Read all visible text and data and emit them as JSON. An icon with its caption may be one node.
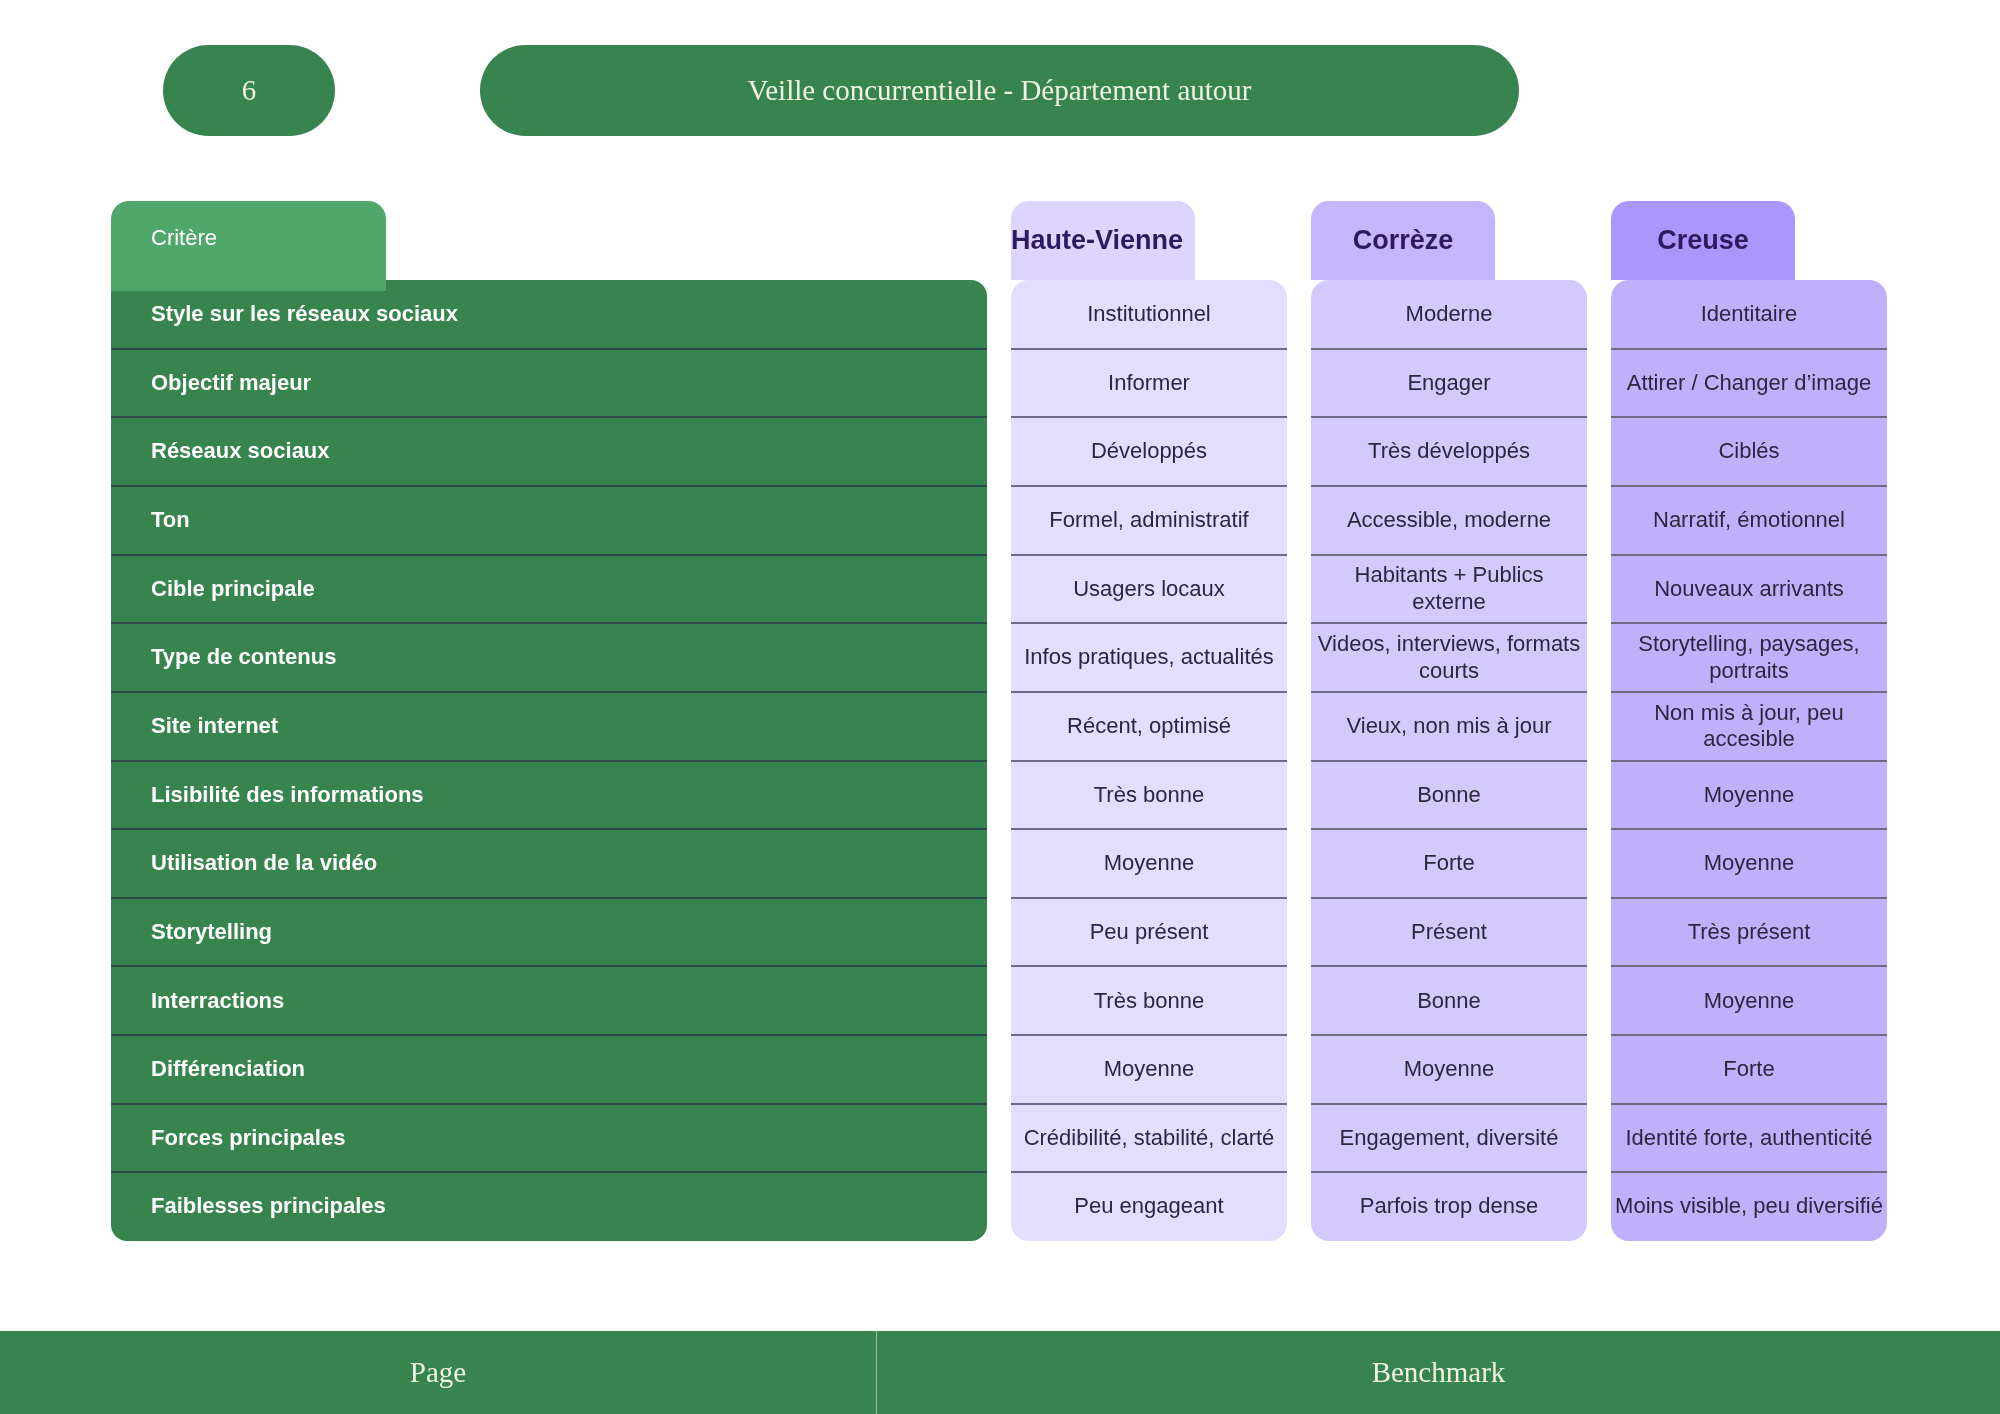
{
  "diagram": {
    "nodes": [
      {
        "text": [
          "6"
        ]
      },
      {
        "text": [
          "Veille concurrentielle - Département autour"
        ]
      },
      {
        "text": [
          "Page"
        ]
      },
      {
        "text": [
          "Benchmark"
        ]
      }
    ],
    "labels": [
      "Critère",
      "Haute-Vienne",
      "Corrèze",
      "Creuse",
      "Style sur les réseaux sociaux",
      "Institutionnel",
      "Moderne",
      "Identitaire",
      "Objectif majeur",
      "Informer",
      "Engager",
      "Attirer / Changer d’image",
      "Réseaux sociaux",
      "Développés",
      "Très développés",
      "Ciblés",
      "Ton",
      "Formel, administratif",
      "Accessible, moderne",
      "Narratif, émotionnel",
      "Cible principale",
      "Usagers locaux",
      "Habitants + Publics externe",
      "Nouveaux arrivants",
      "Type de contenus",
      "Infos pratiques, actualités",
      "Videos, interviews, formats courts",
      "Storytelling, paysages, portraits",
      "Site internet",
      "Récent, optimisé",
      "Vieux, non mis à jour",
      "Non mis à jour, peu accesible",
      "Lisibilité des informations",
      "Très bonne",
      "Bonne",
      "Moyenne",
      "Utilisation de la vidéo",
      "Moyenne",
      "Forte",
      "Moyenne",
      "Storytelling",
      "Peu présent",
      "Présent",
      "Très présent",
      "Interractions",
      "Très bonne",
      "Bonne",
      "Moyenne",
      "Différenciation",
      "Moyenne",
      "Moyenne",
      "Forte",
      "Forces principales",
      "Crédibilité, stabilité, clarté",
      "Engagement, diversité",
      "Identité forte, authenticité",
      "Faiblesses principales",
      "Peu engageant",
      "Parfois trop dense",
      "Moins visible, peu diversifié"
    ]
  }
}
